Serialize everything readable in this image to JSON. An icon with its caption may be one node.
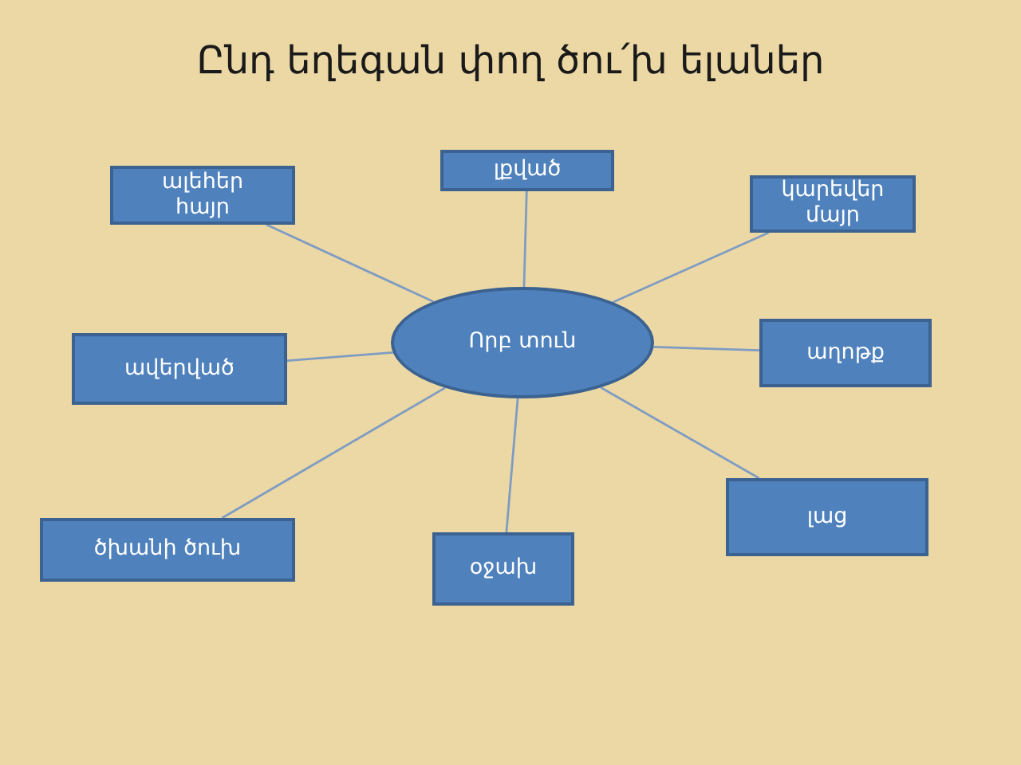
{
  "diagram": {
    "title": "Ընդ եղեգան փող ծու՛խ ելաներ",
    "nodes": [
      {
        "text": [
          "ալեհեր հայր"
        ]
      },
      {
        "text": [
          "լքված"
        ]
      },
      {
        "text": [
          "կարեվեր մայր"
        ]
      },
      {
        "text": [
          "Որբ տուն"
        ]
      },
      {
        "text": [
          "ավերված"
        ]
      },
      {
        "text": [
          "աղոթք"
        ]
      },
      {
        "text": [
          "լաց"
        ]
      },
      {
        "text": [
          "ծխանի ծուխ"
        ]
      },
      {
        "text": [
          "օջախ"
        ]
      }
    ],
    "edges": [
      {
        "from": 3,
        "to": 0,
        "arrow": "none"
      },
      {
        "from": 3,
        "to": 1,
        "arrow": "none"
      },
      {
        "from": 3,
        "to": 2,
        "arrow": "none"
      },
      {
        "from": 3,
        "to": 4,
        "arrow": "none"
      },
      {
        "from": 3,
        "to": 5,
        "arrow": "none"
      },
      {
        "from": 3,
        "to": 6,
        "arrow": "none"
      },
      {
        "from": 3,
        "to": 7,
        "arrow": "none"
      },
      {
        "from": 3,
        "to": 8,
        "arrow": "none"
      }
    ]
  }
}
